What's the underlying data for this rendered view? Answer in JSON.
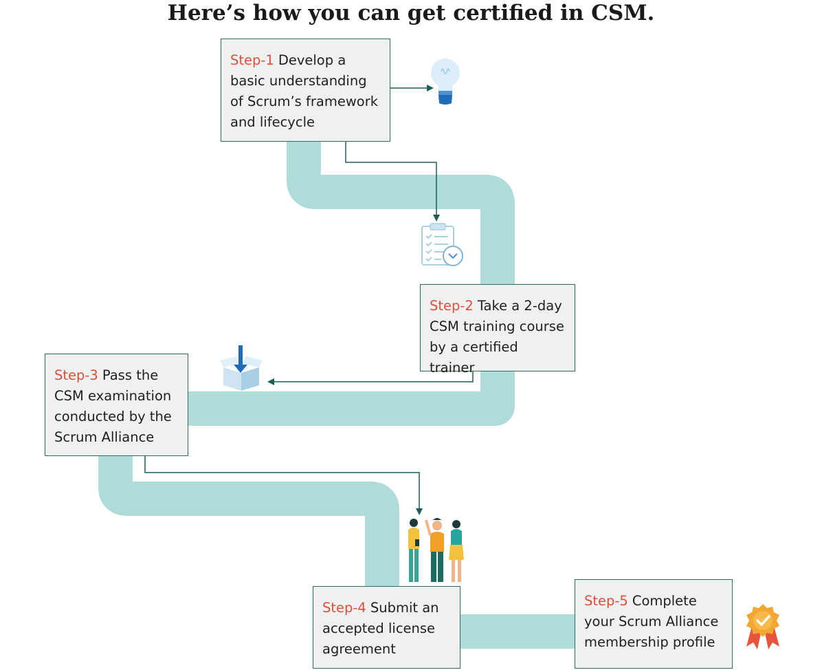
{
  "title": "Here’s how you can get certified in CSM.",
  "steps": [
    {
      "label": "Step-1",
      "text": "Develop a basic understanding of Scrum’s framework and lifecycle"
    },
    {
      "label": "Step-2",
      "text": "Take a 2-day CSM training course by a certified trainer"
    },
    {
      "label": "Step-3",
      "text": "Pass the CSM examination conducted by the Scrum Alliance"
    },
    {
      "label": "Step-4",
      "text": "Submit an accepted license agreement"
    },
    {
      "label": "Step-5",
      "text": "Complete your Scrum Alliance membership profile"
    }
  ],
  "colors": {
    "path": "#afdcd8",
    "box_fill": "#eff1f0",
    "box_border": "#2f6a62",
    "step_label": "#e04e39",
    "arrow": "#1f5d57"
  },
  "icons": [
    "lightbulb-icon",
    "checklist-clock-icon",
    "download-box-icon",
    "team-people-icon",
    "award-badge-icon"
  ]
}
